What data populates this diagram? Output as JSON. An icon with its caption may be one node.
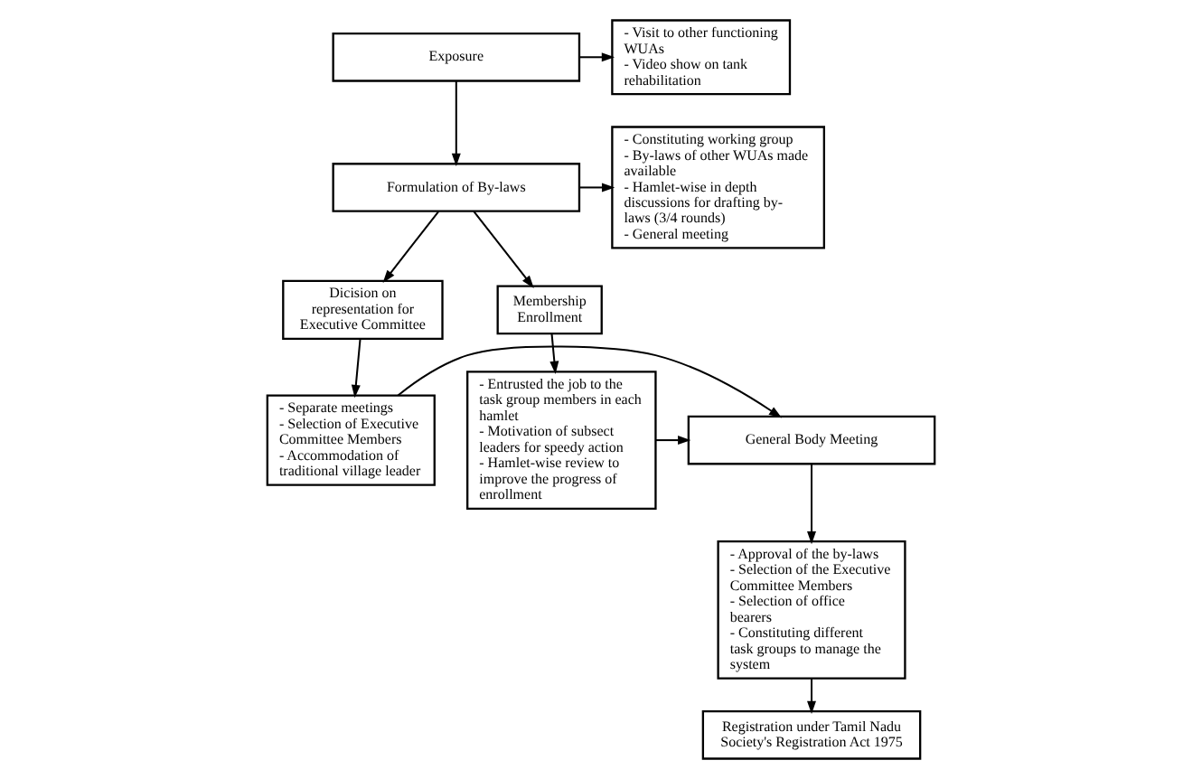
{
  "diagram": {
    "nodes": [
      {
        "text": [
          "Exposure"
        ]
      },
      {
        "text": [
          "- Visit to other functioning WUAs",
          "- Video show on tank rehabilitation"
        ]
      },
      {
        "text": [
          "- Constituting working group",
          "- By-laws of other WUAs made available",
          "- Hamlet-wise in depth discussions for drafting by-laws (3/4 rounds)",
          "- General meeting"
        ]
      },
      {
        "text": [
          "Formulation of By-laws"
        ]
      },
      {
        "text": [
          "Dicision on representation for Executive Committee"
        ]
      },
      {
        "text": [
          "Membership Enrollment"
        ]
      },
      {
        "text": [
          "- Separate meetings",
          "- Selection of Executive Committee Members",
          "- Accommodation of traditional village leader"
        ]
      },
      {
        "text": [
          "General Body Meeting"
        ]
      },
      {
        "text": [
          "- Entrusted the job to the task group members in each hamlet",
          "- Motivation of subsect leaders for speedy action",
          "- Hamlet-wise review to improve the progress of enrollment"
        ]
      },
      {
        "text": [
          "- Approval of the by-laws",
          "- Selection of the Executive Committee Members",
          "- Selection of office bearers",
          "- Constituting different task groups to manage the system"
        ]
      },
      {
        "text": [
          "Registration under Tamil Nadu Society's Registration Act 1975"
        ]
      }
    ],
    "edges": [
      {
        "from": 0,
        "to": 3,
        "arrow": "to"
      },
      {
        "from": 0,
        "to": 1,
        "arrow": "to"
      },
      {
        "from": 3,
        "to": 2,
        "arrow": "to"
      },
      {
        "from": 3,
        "to": 4,
        "arrow": "to"
      },
      {
        "from": 3,
        "to": 5,
        "arrow": "to"
      },
      {
        "from": 4,
        "to": 6,
        "arrow": "to"
      },
      {
        "from": 6,
        "to": 7,
        "arrow": "to"
      },
      {
        "from": 5,
        "to": 8,
        "arrow": "to"
      },
      {
        "from": 8,
        "to": 7,
        "arrow": "to"
      },
      {
        "from": 7,
        "to": 9,
        "arrow": "to"
      },
      {
        "from": 9,
        "to": 10,
        "arrow": "to"
      }
    ]
  }
}
